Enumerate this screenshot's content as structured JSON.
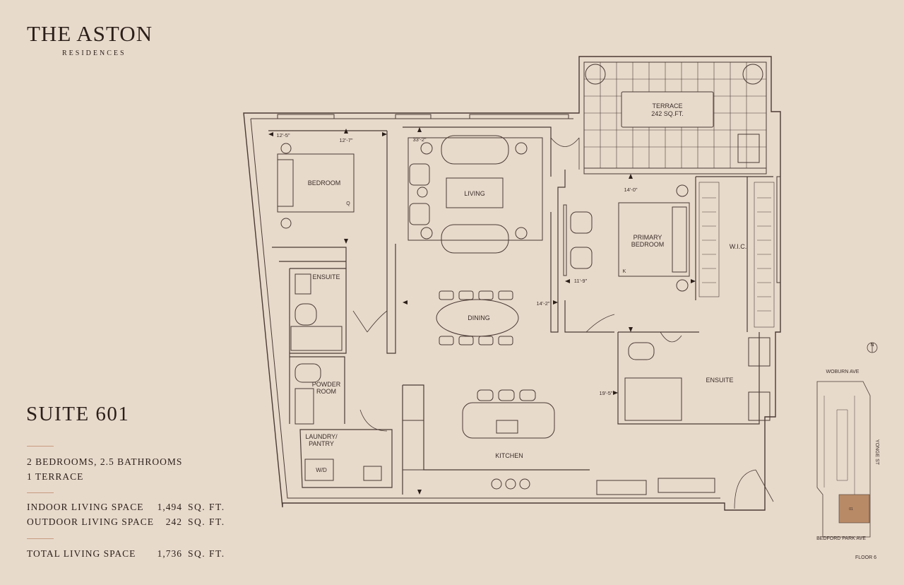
{
  "brand": {
    "title": "THE ASTON",
    "subtitle": "RESIDENCES"
  },
  "suite": {
    "title": "SUITE 601",
    "bedrooms_baths": "2 BEDROOMS, 2.5 BATHROOMS",
    "terrace": "1 TERRACE",
    "rows": [
      {
        "label": "INDOOR LIVING SPACE",
        "value": "1,494",
        "unit": "SQ. FT."
      },
      {
        "label": "OUTDOOR LIVING SPACE",
        "value": "242",
        "unit": "SQ. FT."
      }
    ],
    "total": {
      "label": "TOTAL LIVING SPACE",
      "value": "1,736",
      "unit": "SQ. FT."
    }
  },
  "plan": {
    "rooms": {
      "terrace": "TERRACE",
      "terrace_area": "242 SQ.FT.",
      "bedroom": "BEDROOM",
      "living": "LIVING",
      "primary_1": "PRIMARY",
      "primary_2": "BEDROOM",
      "wic": "W.I.C.",
      "ensuite_left": "ENSUITE",
      "dining": "DINING",
      "ensuite_right": "ENSUITE",
      "powder_1": "POWDER",
      "powder_2": "ROOM",
      "laundry_1": "LAUNDRY/",
      "laundry_2": "PANTRY",
      "wd": "W/D",
      "kitchen": "KITCHEN",
      "q": "Q",
      "k": "K"
    },
    "dims": {
      "d1": "12'-5\"",
      "d2": "12'-7\"",
      "d3": "33'-2\"",
      "d4": "14'-0\"",
      "d5": "11'-9\"",
      "d6": "14'-2\"",
      "d7": "19'-5\""
    }
  },
  "keyplan": {
    "north": "N",
    "street_top": "WOBURN AVE",
    "street_right": "YONGE ST",
    "street_bottom": "BEDFORD PARK AVE",
    "unit": "01",
    "floor": "FLOOR 6"
  },
  "colors": {
    "background": "#e8dacb",
    "line": "#4a3a34",
    "accent": "#c79a7f",
    "unit_highlight": "#b88a66"
  }
}
